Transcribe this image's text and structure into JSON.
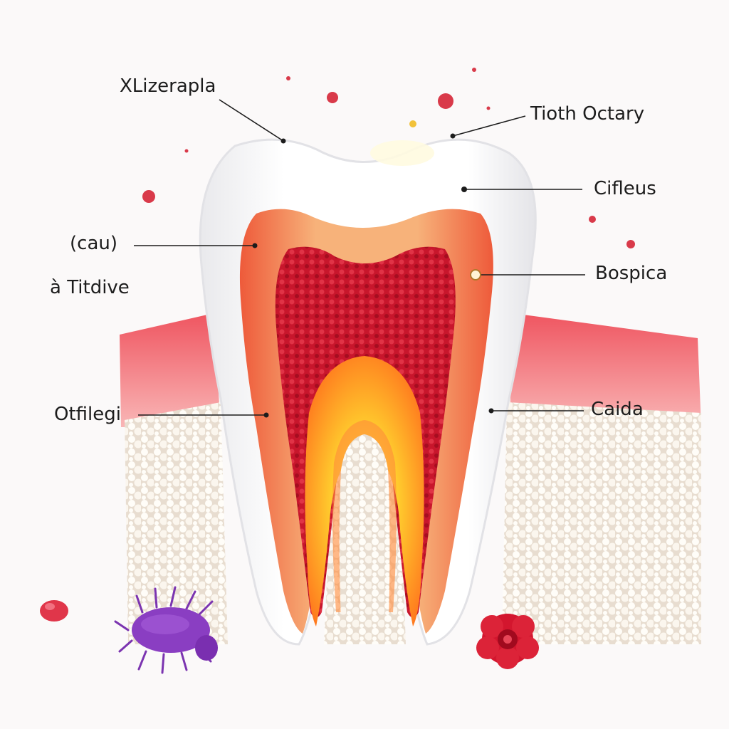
{
  "labels": {
    "top_left": "XLizerapla",
    "top_right": "Tioth Octary",
    "right_upper": "Cifleus",
    "left_upper": "(cau)",
    "left_sub": "à Titdive",
    "right_mid": "Bospica",
    "left_lower": "Otfilegi",
    "right_lower": "Caida"
  },
  "colors": {
    "background": "#fbf9f9",
    "enamel": "#ffffff",
    "dentin": "#f6a76a",
    "pulp": "#c5122a",
    "pulp_core": "#ffd23a",
    "gum": "#f0616a",
    "bone": "#f2ece2",
    "leader_line": "#1c1c1c"
  },
  "icons": {
    "bacterium": "bacterium-icon",
    "red_blood_cell": "red-blood-cell-icon"
  }
}
